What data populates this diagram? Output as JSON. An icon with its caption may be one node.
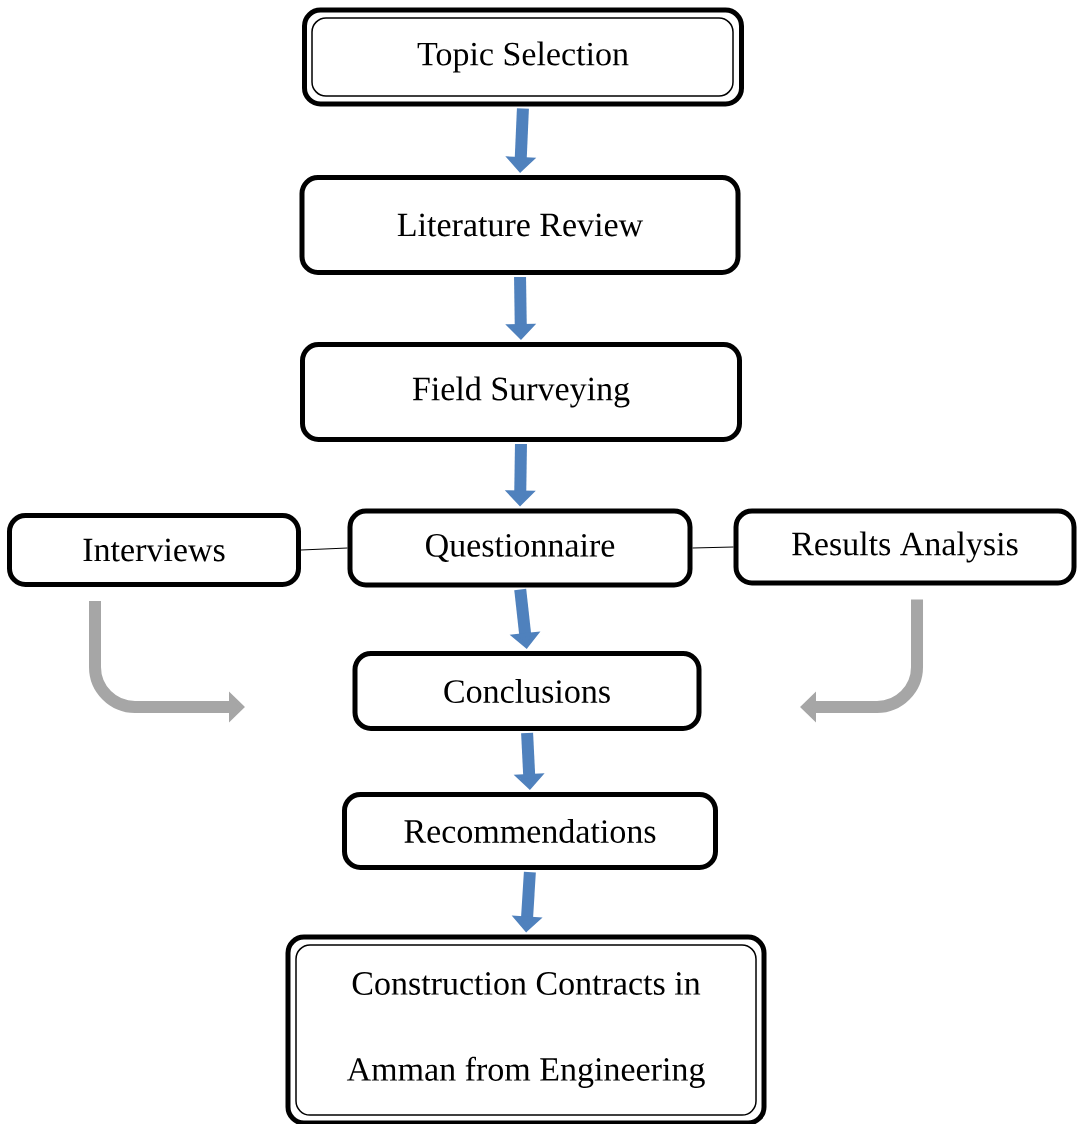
{
  "diagram": {
    "nodes": [
      {
        "text": [
          "Topic Selection"
        ]
      },
      {
        "text": [
          "Literature Review"
        ]
      },
      {
        "text": [
          "Field Surveying"
        ]
      },
      {
        "text": [
          "Interviews"
        ]
      },
      {
        "text": [
          "Questionnaire"
        ]
      },
      {
        "text": [
          "Results Analysis"
        ]
      },
      {
        "text": [
          "Conclusions"
        ]
      },
      {
        "text": [
          "Recommendations"
        ]
      },
      {
        "text": [
          "Construction Contracts in Amman from Engineering"
        ]
      }
    ],
    "edges": [
      {
        "from": 0,
        "to": 1,
        "arrow": "to"
      },
      {
        "from": 1,
        "to": 2,
        "arrow": "to"
      },
      {
        "from": 2,
        "to": 4,
        "arrow": "to"
      },
      {
        "from": 3,
        "to": 4,
        "arrow": "none",
        "color": "#000000"
      },
      {
        "from": 4,
        "to": 5,
        "arrow": "none",
        "color": "#000000"
      },
      {
        "from": 4,
        "to": 6,
        "arrow": "to"
      },
      {
        "from": 3,
        "to": null,
        "arrow": "to",
        "color": "#a6a6a6"
      },
      {
        "from": 5,
        "to": null,
        "arrow": "to",
        "color": "#a6a6a6"
      },
      {
        "from": 6,
        "to": 7,
        "arrow": "to"
      },
      {
        "from": 7,
        "to": 8,
        "arrow": "to"
      }
    ]
  }
}
